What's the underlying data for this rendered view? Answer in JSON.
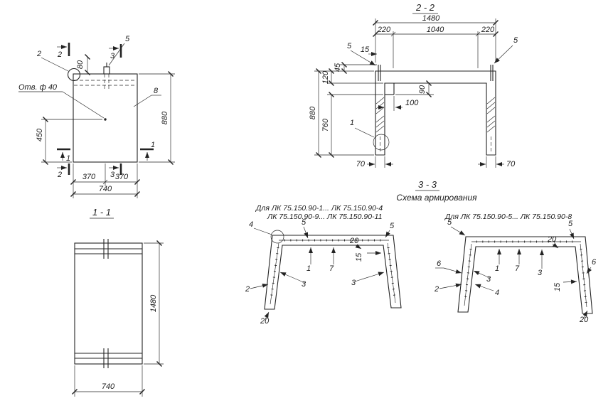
{
  "colors": {
    "ink": "#232323",
    "paper": "#ffffff"
  },
  "plan": {
    "hole_label": "Отв. ф 40",
    "c2": "2",
    "c5": "5",
    "c8": "8",
    "m2t": "2",
    "m3t": "3",
    "m2b": "2",
    "m3b": "3",
    "m1l": "1",
    "m1r": "1",
    "d80": "80",
    "d450": "450",
    "d880": "880",
    "d370a": "370",
    "d370b": "370",
    "d740": "740"
  },
  "s22": {
    "title": "2 - 2",
    "d1480": "1480",
    "d220a": "220",
    "d1040": "1040",
    "d220b": "220",
    "d15": "15",
    "d45": "45",
    "d120": "120",
    "d880": "880",
    "d760": "760",
    "d100": "100",
    "d90": "90",
    "d70a": "70",
    "d70b": "70",
    "c5a": "5",
    "c5b": "5",
    "c1": "1"
  },
  "s11": {
    "title": "1 - 1",
    "d1480": "1480",
    "d740": "740"
  },
  "s33": {
    "title": "3 - 3",
    "subtitle": "Схема армирования",
    "left": {
      "cap1": "Для ЛК 75.150.90-1... ЛК 75.150.90-4",
      "cap2": "ЛК 75.150.90-9... ЛК 75.150.90-11",
      "c4": "4",
      "c5a": "5",
      "c5b": "5",
      "c20t": "20",
      "c15": "15",
      "c1": "1",
      "c7": "7",
      "c3a": "3",
      "c3b": "3",
      "c2": "2",
      "c20b": "20"
    },
    "right": {
      "cap": "Для ЛК 75.150.90-5... ЛК 75.150.90-8",
      "c5a": "5",
      "c5b": "5",
      "c20t": "20",
      "c6a": "6",
      "c6b": "6",
      "c1": "1",
      "c7": "7",
      "c3a": "3",
      "c3b": "3",
      "c2": "2",
      "c4": "4",
      "c15": "15",
      "c20b": "20"
    }
  }
}
